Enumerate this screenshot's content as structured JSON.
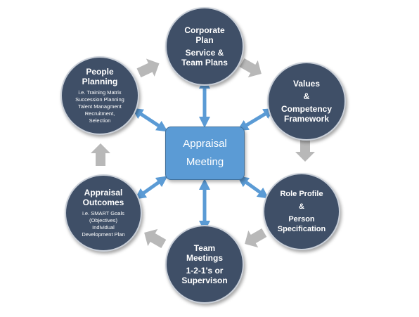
{
  "center": {
    "line1": "Appraisal",
    "line2": "Meeting"
  },
  "nodes": {
    "corporate": {
      "title1": "Corporate",
      "title2": "Plan",
      "title3": "Service &",
      "title4": "Team Plans"
    },
    "values": {
      "title1": "Values",
      "title2": "&",
      "title3": "Competency",
      "title4": "Framework"
    },
    "role": {
      "title1": "Role Profile",
      "title2": "&",
      "title3": "Person",
      "title4": "Specification"
    },
    "team": {
      "title1": "Team",
      "title2": "Meetings",
      "title3": "1-2-1's or",
      "title4": "Supervison"
    },
    "outcomes": {
      "title1": "Appraisal",
      "title2": "Outcomes",
      "sub1": "i.e. SMART Goals",
      "sub2": "(Objectives)",
      "sub3": "Individual",
      "sub4": "Development Plan"
    },
    "people": {
      "title1": "People",
      "title2": "Planning",
      "sub1": "i.e. Training Matrix",
      "sub2": "Succession Planning",
      "sub3": "Talent Managment",
      "sub4": "Recruitment,",
      "sub5": "Selection"
    }
  },
  "colors": {
    "node_fill": "#3f4f67",
    "center_fill": "#5b9bd5",
    "connector_arrow": "#5b9bd5",
    "cycle_arrow": "#b8b8b8"
  }
}
